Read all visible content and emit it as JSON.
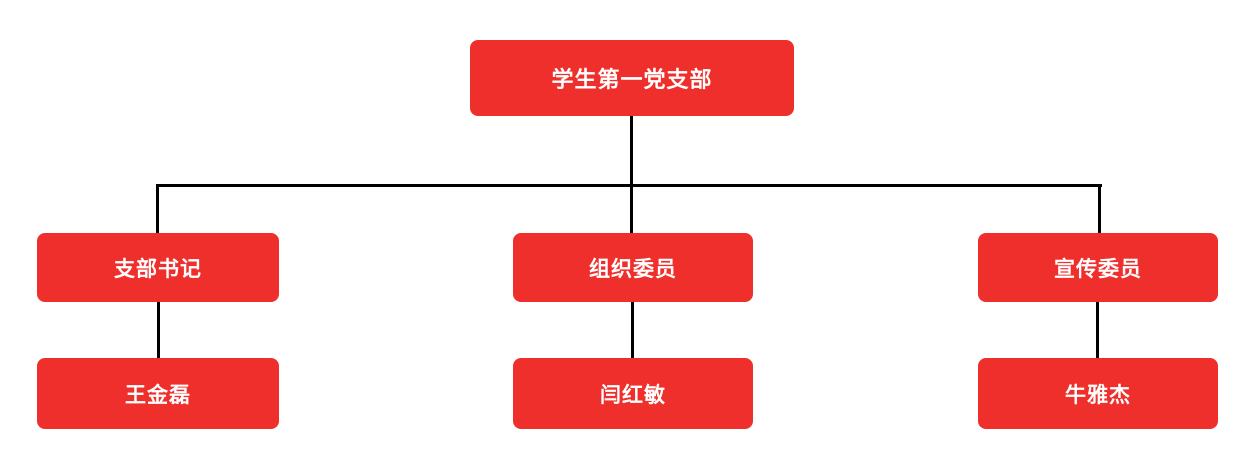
{
  "diagram": {
    "type": "org-chart",
    "title": "学生第一党支部",
    "colors": {
      "node_background": "#ef2f2b",
      "node_text": "#ffffff",
      "connector": "#000000",
      "canvas_background": "#ffffff"
    },
    "root": {
      "label": "学生第一党支部"
    },
    "branches": [
      {
        "role": {
          "label": "支部书记"
        },
        "person": {
          "label": "王金磊"
        }
      },
      {
        "role": {
          "label": "组织委员"
        },
        "person": {
          "label": "闫红敏"
        }
      },
      {
        "role": {
          "label": "宣传委员"
        },
        "person": {
          "label": "牛雅杰"
        }
      }
    ]
  }
}
